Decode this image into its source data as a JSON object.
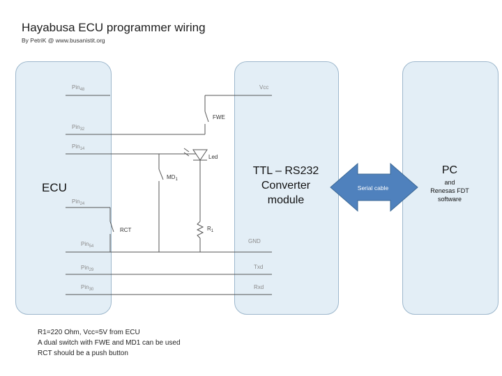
{
  "header": {
    "title": "Hayabusa ECU programmer wiring",
    "subtitle": "By PetriK @ www.busanistit.org"
  },
  "ecu": {
    "label": "ECU",
    "pins": [
      {
        "base": "Pin",
        "num": "48"
      },
      {
        "base": "Pin",
        "num": "32"
      },
      {
        "base": "Pin",
        "num": "14"
      },
      {
        "base": "Pin",
        "num": "24"
      },
      {
        "base": "Pin",
        "num": "54"
      },
      {
        "base": "Pin",
        "num": "29"
      },
      {
        "base": "Pin",
        "num": "30"
      }
    ]
  },
  "converter": {
    "line1": "TTL – RS232",
    "line2": "Converter",
    "line3": "module",
    "signals": {
      "vcc": "Vcc",
      "gnd": "GND",
      "txd": "Txd",
      "rxd": "Rxd"
    }
  },
  "pc": {
    "line1": "PC",
    "line2": "and",
    "line3": "Renesas FDT",
    "line4": "software"
  },
  "link": {
    "label": "Serial cable",
    "color": "#4f81bd"
  },
  "components": {
    "fwe": "FWE",
    "led": "Led",
    "md1_base": "MD",
    "md1_sub": "1",
    "rct": "RCT",
    "r1_base": "R",
    "r1_sub": "1"
  },
  "notes": [
    "R1=220 Ohm, Vcc=5V from ECU",
    "A dual switch with FWE and MD1 can be used",
    "RCT should be a push button"
  ]
}
